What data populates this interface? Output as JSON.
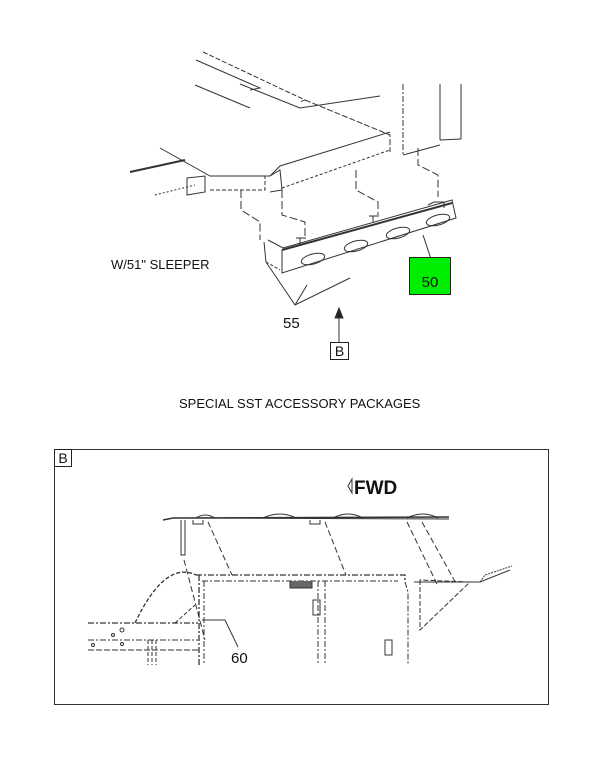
{
  "main_view": {
    "variant_label": "W/51\" SLEEPER",
    "callouts": {
      "light_bar": "50",
      "brackets": "55"
    },
    "highlighted_callout": "50",
    "highlight_color": "#00ee00",
    "view_reference": "B"
  },
  "caption": "SPECIAL SST ACCESSORY PACKAGES",
  "detail_view": {
    "label": "B",
    "direction_indicator": "FWD",
    "callouts": {
      "mount": "60"
    }
  }
}
